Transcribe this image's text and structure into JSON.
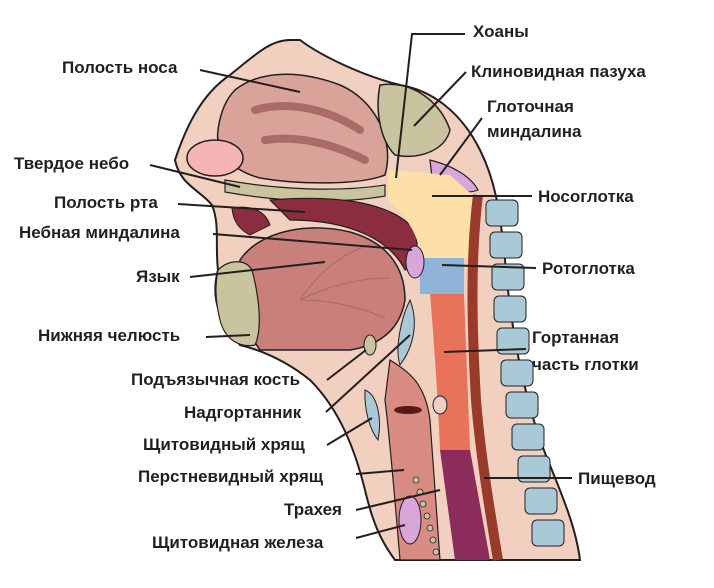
{
  "labels": {
    "nasal_cavity": "Полость носа",
    "hard_palate": "Твердое небо",
    "oral_cavity": "Полость рта",
    "palatine_tonsil": "Небная миндалина",
    "tongue": "Язык",
    "mandible": "Нижняя челюсть",
    "hyoid": "Подъязычная кость",
    "epiglottis": "Надгортанник",
    "thyroid_cartilage": "Щитовидный хрящ",
    "cricoid_cartilage": "Перстневидный хрящ",
    "trachea": "Трахея",
    "thyroid_gland": "Щитовидная железа",
    "choanae": "Хоаны",
    "sphenoid_sinus": "Клиновидная пазуха",
    "pharyngeal_tonsil_1": "Глоточная",
    "pharyngeal_tonsil_2": "миндалина",
    "nasopharynx": "Носоглотка",
    "oropharynx": "Ротоглотка",
    "laryngopharynx_1": "Гортанная",
    "laryngopharynx_2": "часть глотки",
    "esophagus": "Пищевод"
  },
  "colors": {
    "skin": "#f2d0c0",
    "tissue": "#d98c84",
    "nasal": "#d9a39a",
    "tongue": "#c97f7a",
    "palate": "#8b2c3f",
    "bone": "#c9c3a0",
    "nasopharynx": "#fde0a8",
    "oropharynx": "#8fb4d8",
    "laryngopharynx": "#e8735a",
    "esophagus": "#8b2c5a",
    "tonsil": "#d9a6d9",
    "spine": "#a9c9d6",
    "line": "#231f20"
  }
}
